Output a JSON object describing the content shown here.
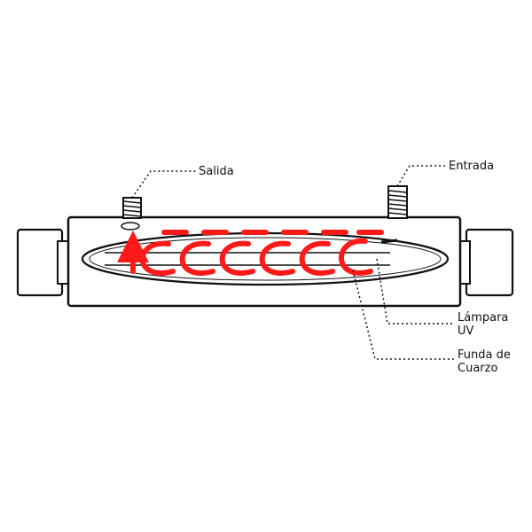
{
  "labels": {
    "outlet": "Salida",
    "inlet": "Entrada",
    "lamp_line1": "Lámpara",
    "lamp_line2": "UV",
    "sleeve_line1": "Funda de",
    "sleeve_line2": "Cuarzo"
  },
  "colors": {
    "flow": "#ff1a1a",
    "outline": "#111111",
    "background": "#ffffff"
  },
  "icons": {
    "flow": "spiral-flow-arrow-icon",
    "fitting": "threaded-fitting-icon"
  }
}
